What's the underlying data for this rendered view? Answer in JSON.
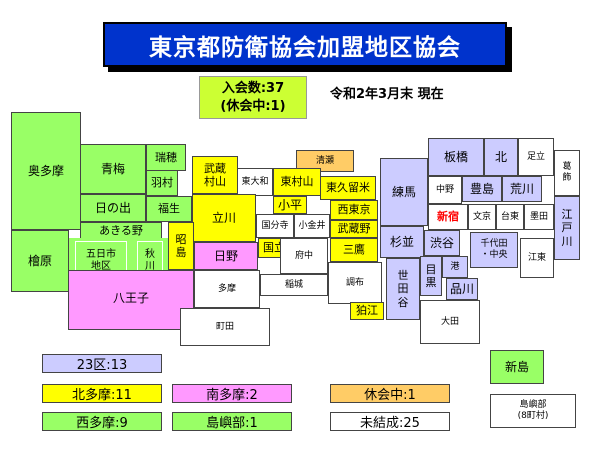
{
  "title": "東京都防衛協会加盟地区協会",
  "summary": {
    "member_count": "入会数:37",
    "suspended_count": "(休会中:1)",
    "as_of": "令和2年3月末 現在"
  },
  "colors": {
    "title_bg": "#0033cc",
    "count_bg": "#ccff33",
    "ku23": "#ccccff",
    "kita_tama": "#ffff00",
    "nishi_tama": "#99ff66",
    "minami_tama": "#ff99ff",
    "islands": "#99ff66",
    "suspended": "#ffcc66",
    "not_formed": "#ffffff",
    "highlight_text": "#ff0000"
  },
  "regions": {
    "okutama": "奥多摩",
    "ome": "青梅",
    "mizuho": "瑞穂",
    "hamura": "羽村",
    "hinode": "日の出",
    "fussa": "福生",
    "akiruno": "あきる野",
    "hinohara": "檜原",
    "itsukaichi": "五日市\n地区",
    "akigawa": "秋\n川",
    "hachioji": "八王子",
    "musashimurayama": "武蔵\n村山",
    "higashiyamato": "東大和",
    "mizuhomachi_hidden": "",
    "tachikawa": "立川",
    "akishima": "昭\n島",
    "hino": "日野",
    "kiyose": "清瀬",
    "higashimurayama": "東村山",
    "kodaira": "小平",
    "kokubunji": "国分寺",
    "kunitachi": "国立",
    "koganei": "小金井",
    "fuchu": "府中",
    "higashikurume": "東久留米",
    "nishitokyo": "西東京",
    "musashino": "武蔵野",
    "mitaka": "三鷹",
    "chofu": "調布",
    "inagi": "稲城",
    "tama": "多摩",
    "machida": "町田",
    "komae": "狛江",
    "nerima": "練馬",
    "itabashi": "板橋",
    "kita": "北",
    "adachi": "足立",
    "katsushika": "葛\n飾",
    "nakano": "中野",
    "toshima": "豊島",
    "arakawa": "荒川",
    "shinjuku": "新宿",
    "bunkyo": "文京",
    "taito": "台東",
    "sumida": "墨田",
    "edogawa": "江\n戸\n川",
    "suginami": "杉並",
    "shibuya": "渋谷",
    "chiyoda_chuo": "千代田\n・中央",
    "koto": "江東",
    "setagaya": "世\n田\n谷",
    "meguro": "目\n黒",
    "minato": "港",
    "shinagawa": "品川",
    "ota": "大田",
    "niijima": "新島",
    "islands_group": "島嶼部\n(8町村)"
  },
  "legend": {
    "ku23": "23区:13",
    "kita_tama": "北多摩:11",
    "nishi_tama": "西多摩:9",
    "minami_tama": "南多摩:2",
    "islands": "島嶼部:1",
    "suspended": "休会中:1",
    "not_formed": "未結成:25"
  }
}
